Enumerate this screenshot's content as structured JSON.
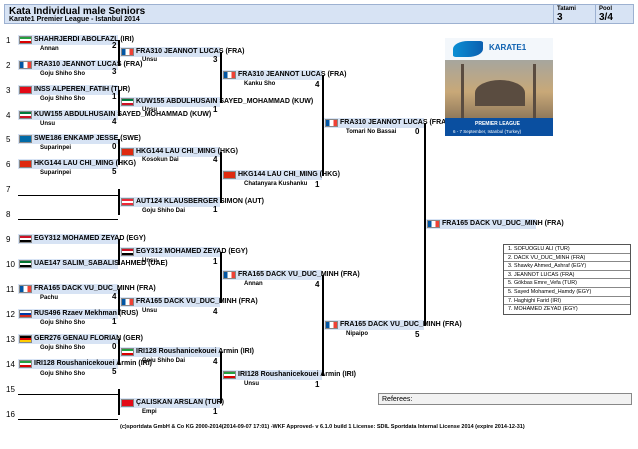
{
  "header": {
    "title": "Kata Individual male Seniors",
    "subtitle": "Karate1 Premier League - Istanbul 2014",
    "tatami_label": "Tatami",
    "tatami_value": "3",
    "pool_label": "Pool",
    "pool_value": "3/4"
  },
  "rows": [
    "1",
    "2",
    "3",
    "4",
    "5",
    "6",
    "7",
    "8",
    "9",
    "10",
    "11",
    "12",
    "13",
    "14",
    "15",
    "16"
  ],
  "round1": [
    {
      "name": "SHAHRJERDI ABOLFAZL (IRI)",
      "flag": "iri",
      "club": "Annan",
      "score": "2"
    },
    {
      "name": "FRA310 JEANNOT LUCAS (FRA)",
      "flag": "fra",
      "club": "Goju Shiho Sho",
      "score": "3"
    },
    {
      "name": "INSS ALPEREN_FATIH (TUR)",
      "flag": "tur",
      "club": "Goju Shiho Sho",
      "score": "1"
    },
    {
      "name": "KUW155 ABDULHUSAIN SAYED_MOHAMMAD (KUW)",
      "flag": "kuw",
      "club": "Unsu",
      "score": "4"
    },
    {
      "name": "SWE186 ENKAMP JESSE (SWE)",
      "flag": "swe",
      "club": "Suparinpei",
      "score": "0"
    },
    {
      "name": "HKG144 LAU CHI_MING (HKG)",
      "flag": "hkg",
      "club": "Suparinpei",
      "score": "5"
    },
    {
      "name": "",
      "flag": "",
      "club": "",
      "score": ""
    },
    {
      "name": "",
      "flag": "",
      "club": "",
      "score": ""
    },
    {
      "name": "EGY312 MOHAMED ZEYAD (EGY)",
      "flag": "egy",
      "club": "",
      "score": ""
    },
    {
      "name": "UAE147 SALIM_SABALIS AHMED (UAE)",
      "flag": "uae",
      "club": "",
      "score": ""
    },
    {
      "name": "FRA165 DACK VU_DUC_MINH (FRA)",
      "flag": "fra",
      "club": "Pachu",
      "score": "4"
    },
    {
      "name": "RUS496 Rzaev Mekhman (RUS)",
      "flag": "rus",
      "club": "Goju Shiho Sho",
      "score": "1"
    },
    {
      "name": "GER276 GENAU FLORIAN (GER)",
      "flag": "ger",
      "club": "Goju Shiho Sho",
      "score": "0"
    },
    {
      "name": "IRI128 Roushanicekouei Armin (IRI)",
      "flag": "iri",
      "club": "Goju Shiho Sho",
      "score": "5"
    },
    {
      "name": "",
      "flag": "",
      "club": "",
      "score": ""
    },
    {
      "name": "",
      "flag": "",
      "club": "",
      "score": ""
    }
  ],
  "round2": [
    {
      "name": "FRA310 JEANNOT LUCAS (FRA)",
      "flag": "fra",
      "club": "Unsu",
      "score": "3"
    },
    {
      "name": "KUW155 ABDULHUSAIN SAYED_MOHAMMAD (KUW)",
      "flag": "kuw",
      "club": "Unsu",
      "score": "1"
    },
    {
      "name": "HKG144 LAU CHI_MING (HKG)",
      "flag": "hkg",
      "club": "Kosokun Dai",
      "score": "4"
    },
    {
      "name": "AUT124 KLAUSBERGER SIMON (AUT)",
      "flag": "aut",
      "club": "Goju Shiho Dai",
      "score": "1"
    },
    {
      "name": "EGY312 MOHAMED ZEYAD (EGY)",
      "flag": "egy",
      "club": "Unsu",
      "score": "1"
    },
    {
      "name": "FRA165 DACK VU_DUC_MINH (FRA)",
      "flag": "fra",
      "club": "Unsu",
      "score": "4"
    },
    {
      "name": "IRI128 Roushanicekouei Armin (IRI)",
      "flag": "iri",
      "club": "Goju Shiho Dai",
      "score": "4"
    },
    {
      "name": "ÇALISKAN ARSLAN (TUR)",
      "flag": "tur",
      "club": "Empi",
      "score": "1"
    }
  ],
  "round3": [
    {
      "name": "FRA310 JEANNOT LUCAS (FRA)",
      "flag": "fra",
      "club": "Kanku Sho",
      "score": "4"
    },
    {
      "name": "HKG144 LAU CHI_MING (HKG)",
      "flag": "hkg",
      "club": "Chatanyara Kushanku",
      "score": "1"
    },
    {
      "name": "FRA165 DACK VU_DUC_MINH (FRA)",
      "flag": "fra",
      "club": "Annan",
      "score": "4"
    },
    {
      "name": "IRI128 Roushanicekouei Armin (IRI)",
      "flag": "iri",
      "club": "Unsu",
      "score": "1"
    }
  ],
  "round4": [
    {
      "name": "FRA310 JEANNOT LUCAS (FRA)",
      "flag": "fra",
      "club": "Tomari No Bassai",
      "score": "0"
    },
    {
      "name": "FRA165 DACK VU_DUC_MINH (FRA)",
      "flag": "fra",
      "club": "Nipaipo",
      "score": "5"
    }
  ],
  "final": {
    "name": "FRA165 DACK VU_DUC_MINH (FRA)",
    "flag": "fra"
  },
  "poster": {
    "logo_text": "KARATE1",
    "band_title": "PREMIER LEAGUE",
    "band_sub": "6 - 7 September, Istanbul (Turkey)"
  },
  "results": [
    "1. SOFUOGLU ALI (TUR)",
    "2. DACK VU_DUC_MINH (FRA)",
    "3. Shawky Ahmed_Ashraf (EGY)",
    "3. JEANNOT LUCAS (FRA)",
    "5. Gökbas Emre_Vefa (TUR)",
    "5. Sayed Mohamed_Hamdy (EGY)",
    "7. Haghighi Farid (IRI)",
    "7. MOHAMED ZEYAD (EGY)"
  ],
  "referees_label": "Referees:",
  "footer": "(c)sportdata GmbH & Co KG 2000-2014(2014-09-07 17:01) -WKF Approved- v 6.1.0 build 1 License: SDIL Sportdata Internal License 2014 (expire 2014-12-31)"
}
